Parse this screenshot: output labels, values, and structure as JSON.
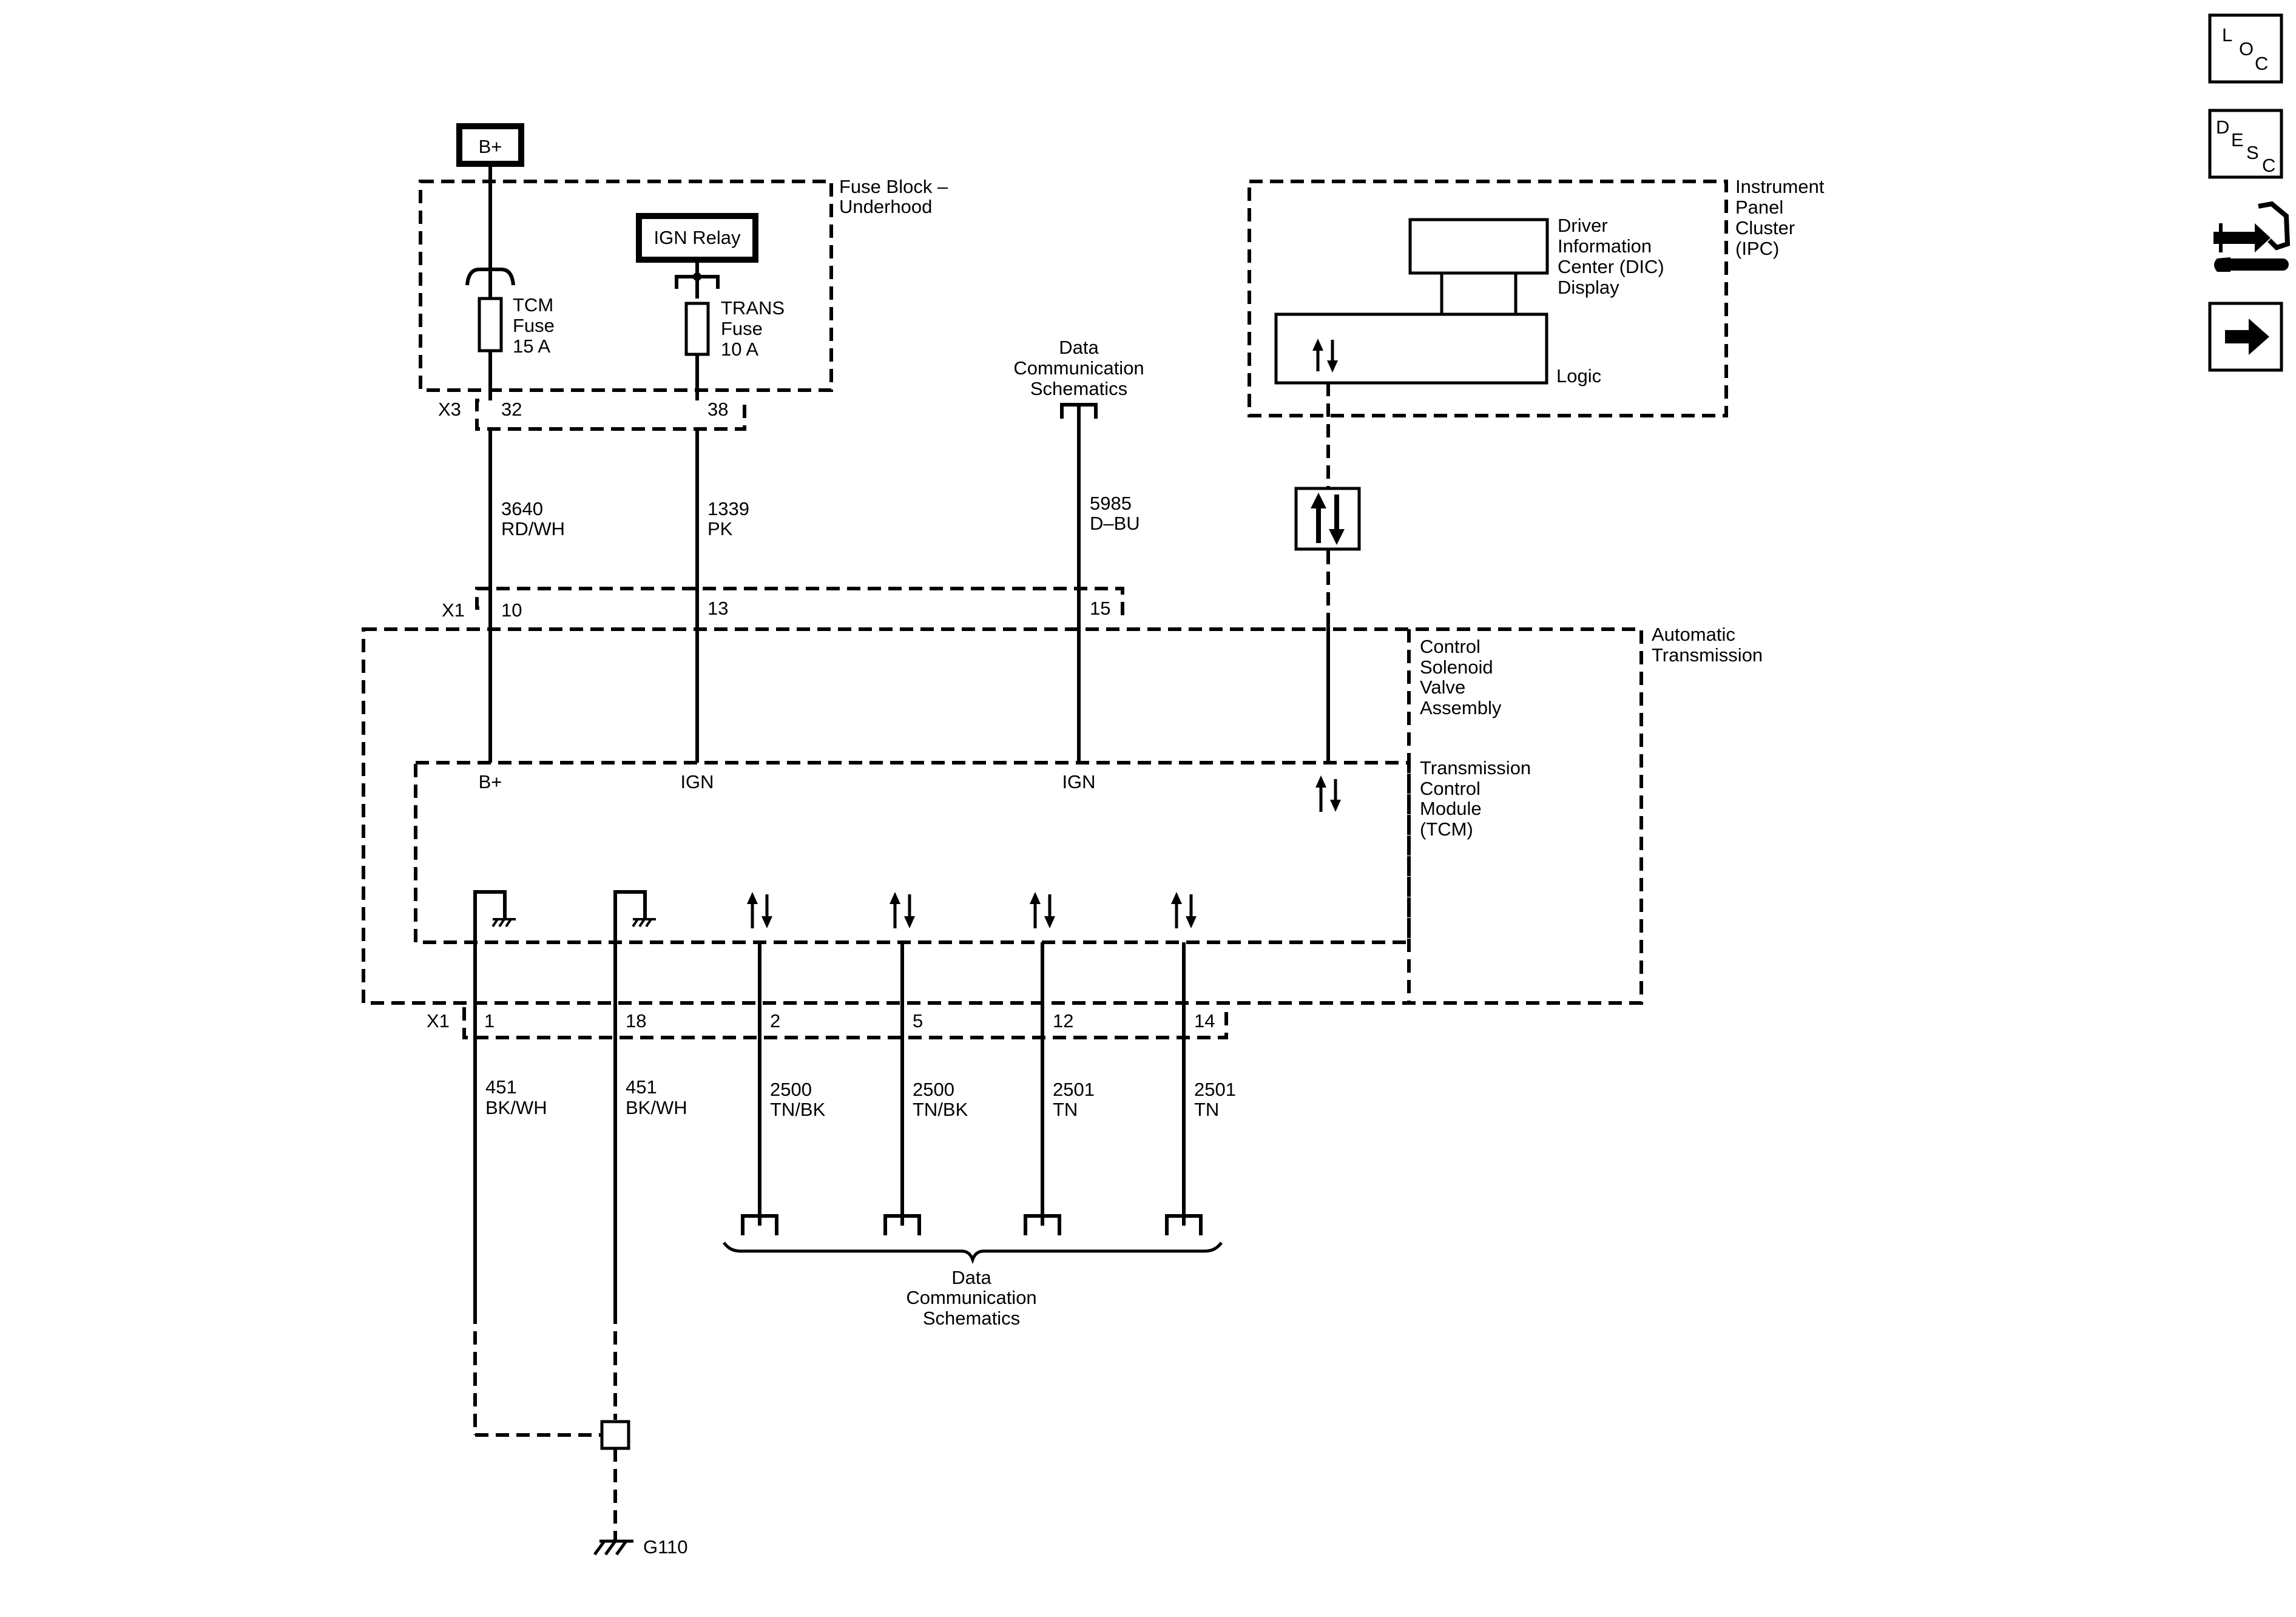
{
  "power": {
    "bplus": "B+",
    "ign_relay": "IGN Relay"
  },
  "fuse_block": {
    "title": [
      "Fuse Block –",
      "Underhood"
    ],
    "connector": "X3",
    "tcm_fuse": [
      "TCM",
      "Fuse",
      "15 A"
    ],
    "trans_fuse": [
      "TRANS",
      "Fuse",
      "10 A"
    ],
    "pins": [
      "32",
      "38"
    ]
  },
  "ipc": {
    "title": [
      "Instrument",
      "Panel",
      "Cluster",
      "(IPC)"
    ],
    "dic": [
      "Driver",
      "Information",
      "Center (DIC)",
      "Display"
    ],
    "logic": "Logic"
  },
  "data_comm_top": [
    "Data",
    "Communication",
    "Schematics"
  ],
  "data_comm_bottom": [
    "Data",
    "Communication",
    "Schematics"
  ],
  "wires_top": [
    {
      "circuit": "3640",
      "color": "RD/WH"
    },
    {
      "circuit": "1339",
      "color": "PK"
    },
    {
      "circuit": "5985",
      "color": "D–BU"
    }
  ],
  "x1_top": {
    "connector": "X1",
    "pins": [
      "10",
      "13",
      "15"
    ]
  },
  "transmission": {
    "title": [
      "Automatic",
      "Transmission"
    ],
    "solenoid": [
      "Control",
      "Solenoid",
      "Valve",
      "Assembly"
    ],
    "tcm": [
      "Transmission",
      "Control",
      "Module",
      "(TCM)"
    ],
    "inputs": [
      "B+",
      "IGN",
      "IGN"
    ]
  },
  "x1_bottom": {
    "connector": "X1",
    "pins": [
      "1",
      "18",
      "2",
      "5",
      "12",
      "14"
    ]
  },
  "wires_bottom": [
    {
      "circuit": "451",
      "color": "BK/WH"
    },
    {
      "circuit": "451",
      "color": "BK/WH"
    },
    {
      "circuit": "2500",
      "color": "TN/BK"
    },
    {
      "circuit": "2500",
      "color": "TN/BK"
    },
    {
      "circuit": "2501",
      "color": "TN"
    },
    {
      "circuit": "2501",
      "color": "TN"
    }
  ],
  "ground": "G110",
  "nav": {
    "loc": [
      "L",
      "O",
      "C"
    ],
    "desc": [
      "D",
      "E",
      "S",
      "C"
    ]
  }
}
